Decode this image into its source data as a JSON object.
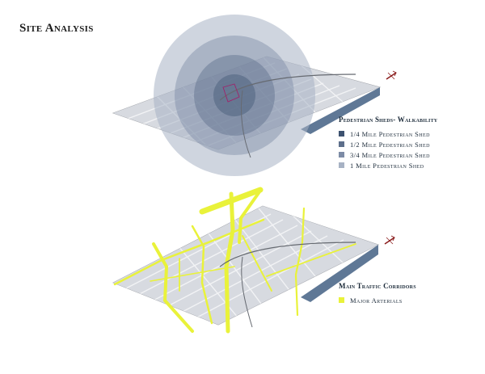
{
  "page": {
    "title": "Site Analysis"
  },
  "walkability": {
    "heading": "Pedestrian Sheds- Walkability",
    "items": [
      {
        "label": "1/4 Mile Pedestrian Shed",
        "color": "#3d5270"
      },
      {
        "label": "1/2 Mile Pedestrian Shed",
        "color": "#5d6f8b"
      },
      {
        "label": "3/4 Mile Pedestrian Shed",
        "color": "#7d8ca6"
      },
      {
        "label": "1 Mile Pedestrian Shed",
        "color": "#a7b2c4"
      }
    ]
  },
  "traffic": {
    "heading": "Main Traffic Corridors",
    "items": [
      {
        "label": "Major Arterials",
        "color": "#e9f23a"
      }
    ]
  },
  "colors": {
    "land": "#d3d6dc",
    "street": "#eef0f3",
    "water": "#5f7896",
    "rail": "#666a71",
    "arterial": "#e9f23a",
    "north_arrow": "#8c1f1f"
  },
  "icons": {
    "north_arrow": "north-arrow-icon"
  }
}
